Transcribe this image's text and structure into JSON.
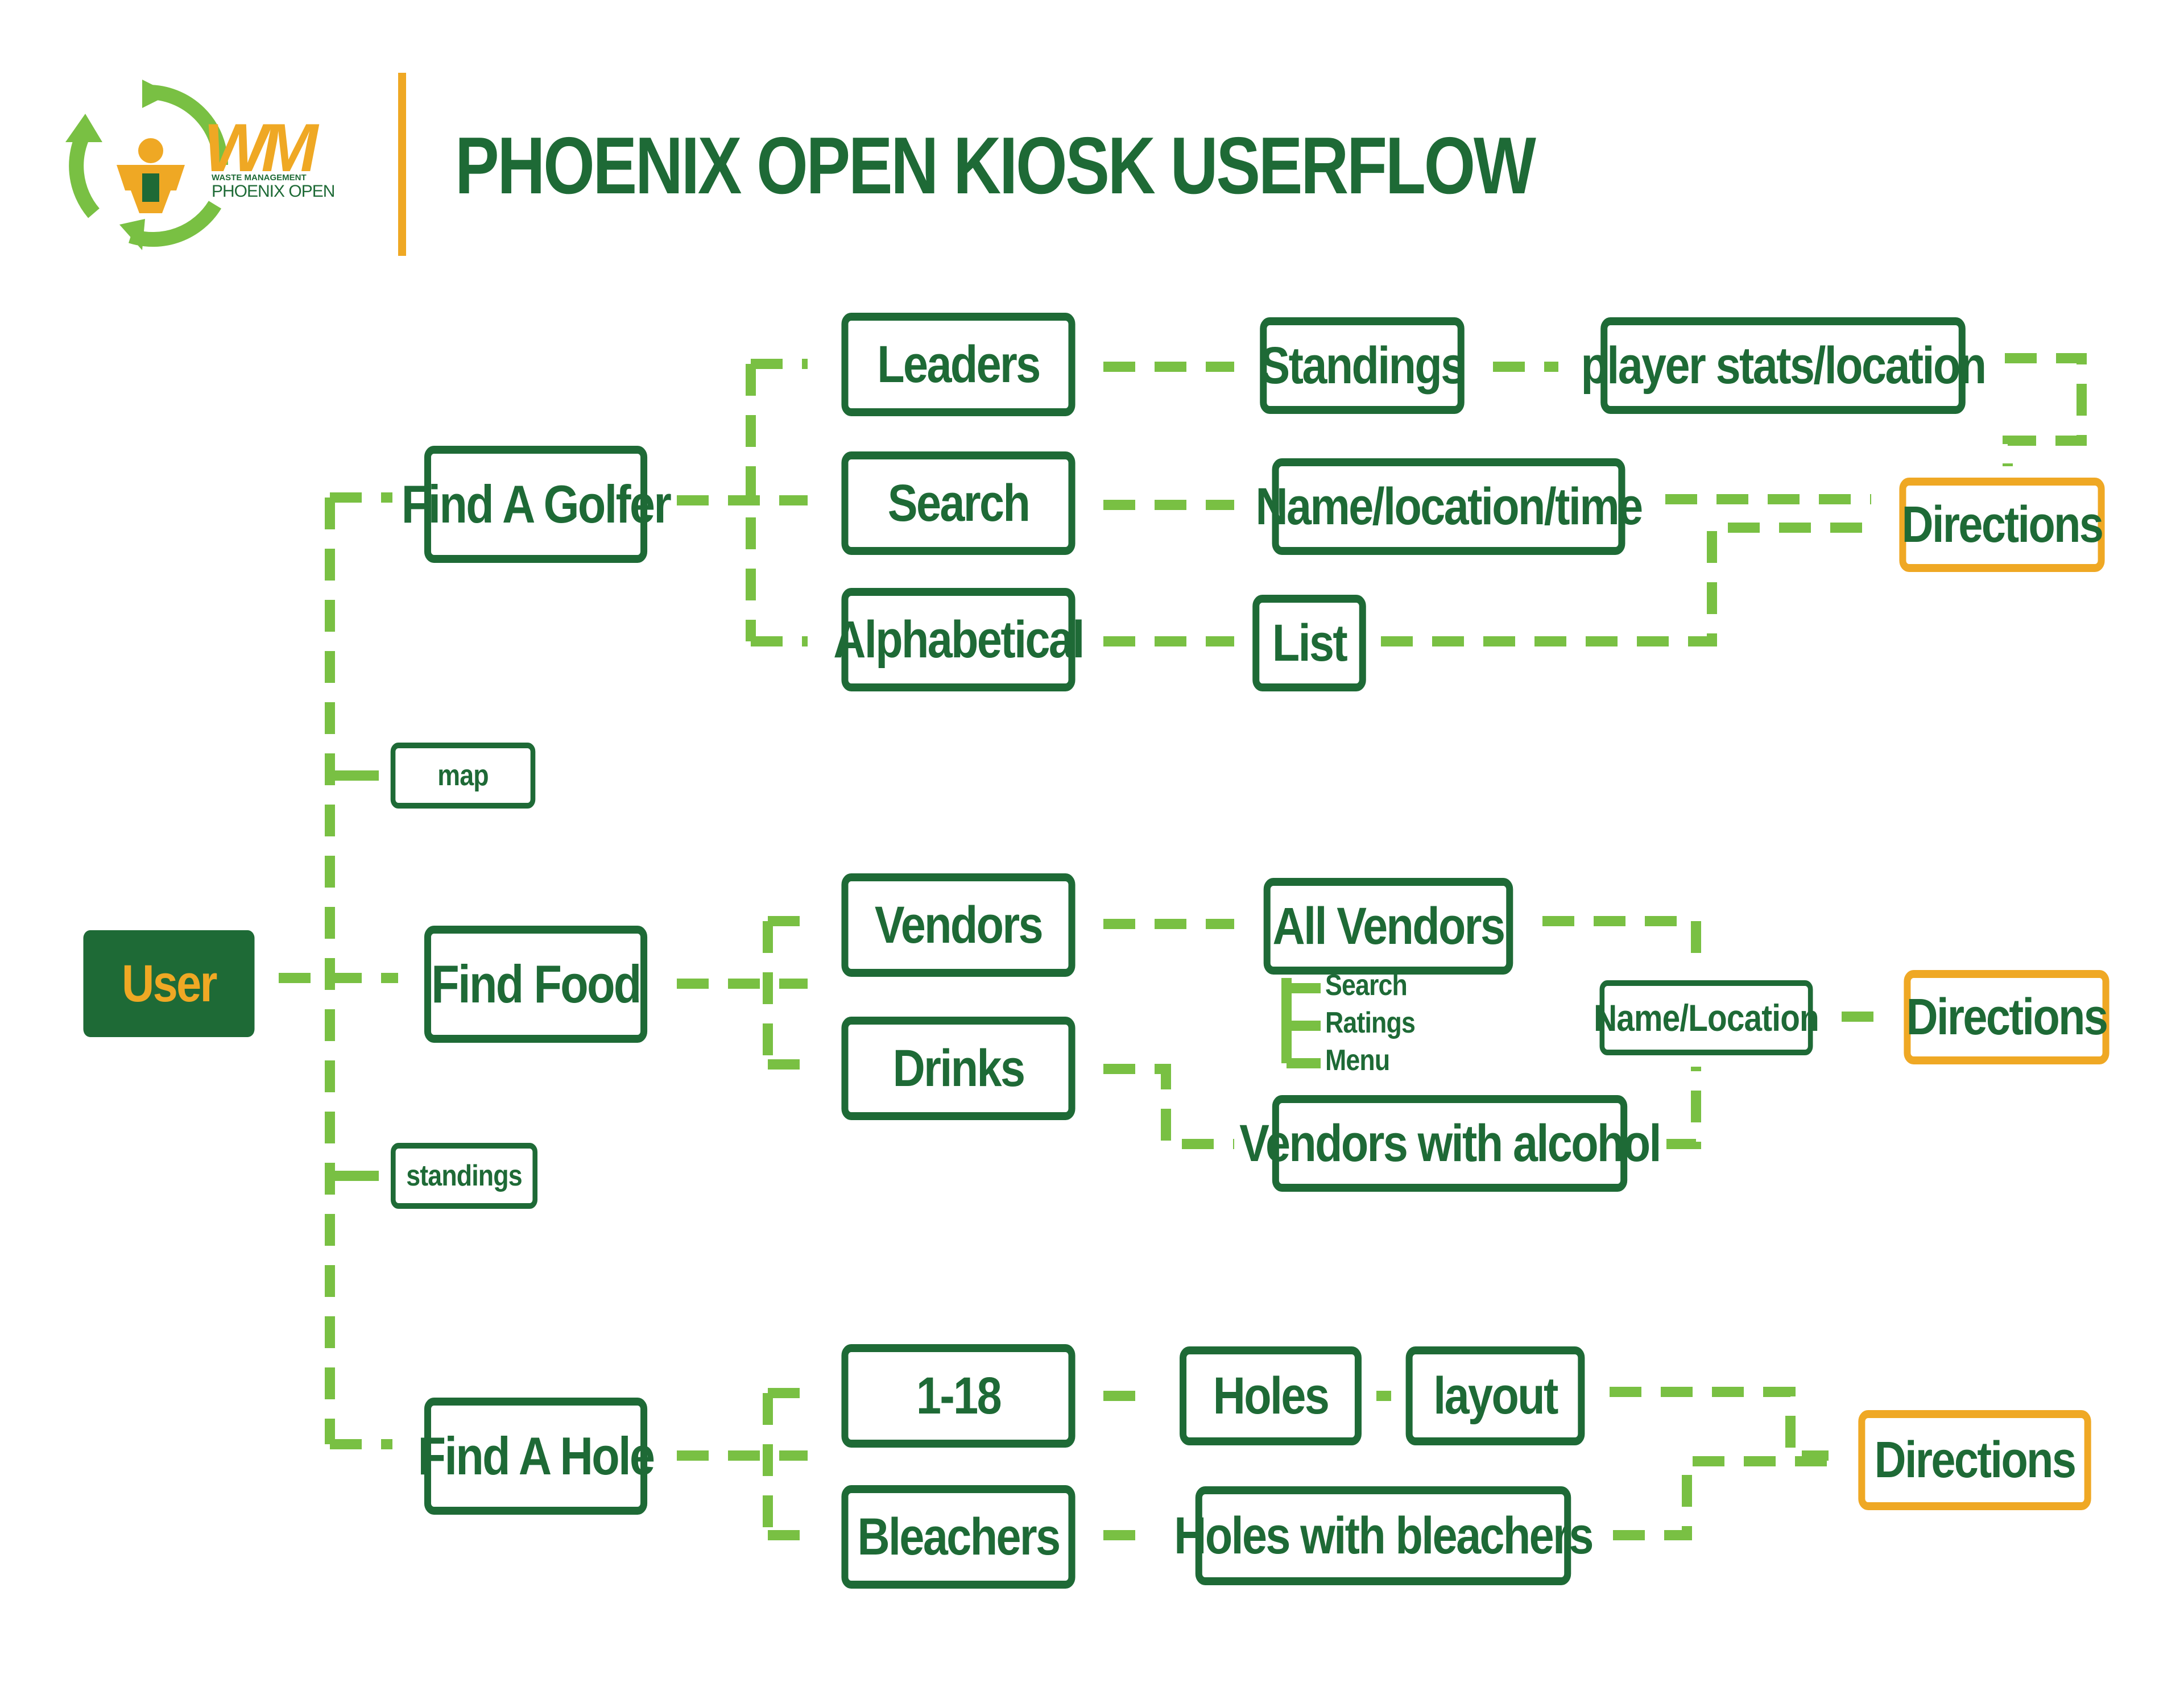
{
  "header": {
    "title": "PHOENIX OPEN KIOSK USERFLOW",
    "logo_mark": "WM",
    "logo_line1": "WASTE MANAGEMENT",
    "logo_line2": "PHOENIX OPEN"
  },
  "colors": {
    "dark_green": "#1e6a36",
    "light_green": "#79c043",
    "gold": "#efa824",
    "background": "#ffffff"
  },
  "nodes": {
    "user": "User",
    "find_golfer": "Find A Golfer",
    "map": "map",
    "find_food": "Find Food",
    "standings_small": "standings",
    "find_hole": "Find A Hole",
    "leaders": "Leaders",
    "search": "Search",
    "alphabetical": "Alphabetical",
    "standings": "Standings",
    "name_location_time": "Name/location/time",
    "list": "List",
    "player_stats": "player stats/location",
    "directions_golfer": "Directions",
    "vendors": "Vendors",
    "drinks": "Drinks",
    "all_vendors": "All Vendors",
    "vendors_alcohol": "Vendors with alcohol",
    "name_location": "Name/Location",
    "directions_food": "Directions",
    "holes_range": "1-18",
    "bleachers": "Bleachers",
    "holes": "Holes",
    "layout": "layout",
    "holes_bleachers": "Holes with bleachers",
    "directions_hole": "Directions"
  },
  "vendor_options": [
    "Search",
    "Ratings",
    "Menu"
  ]
}
